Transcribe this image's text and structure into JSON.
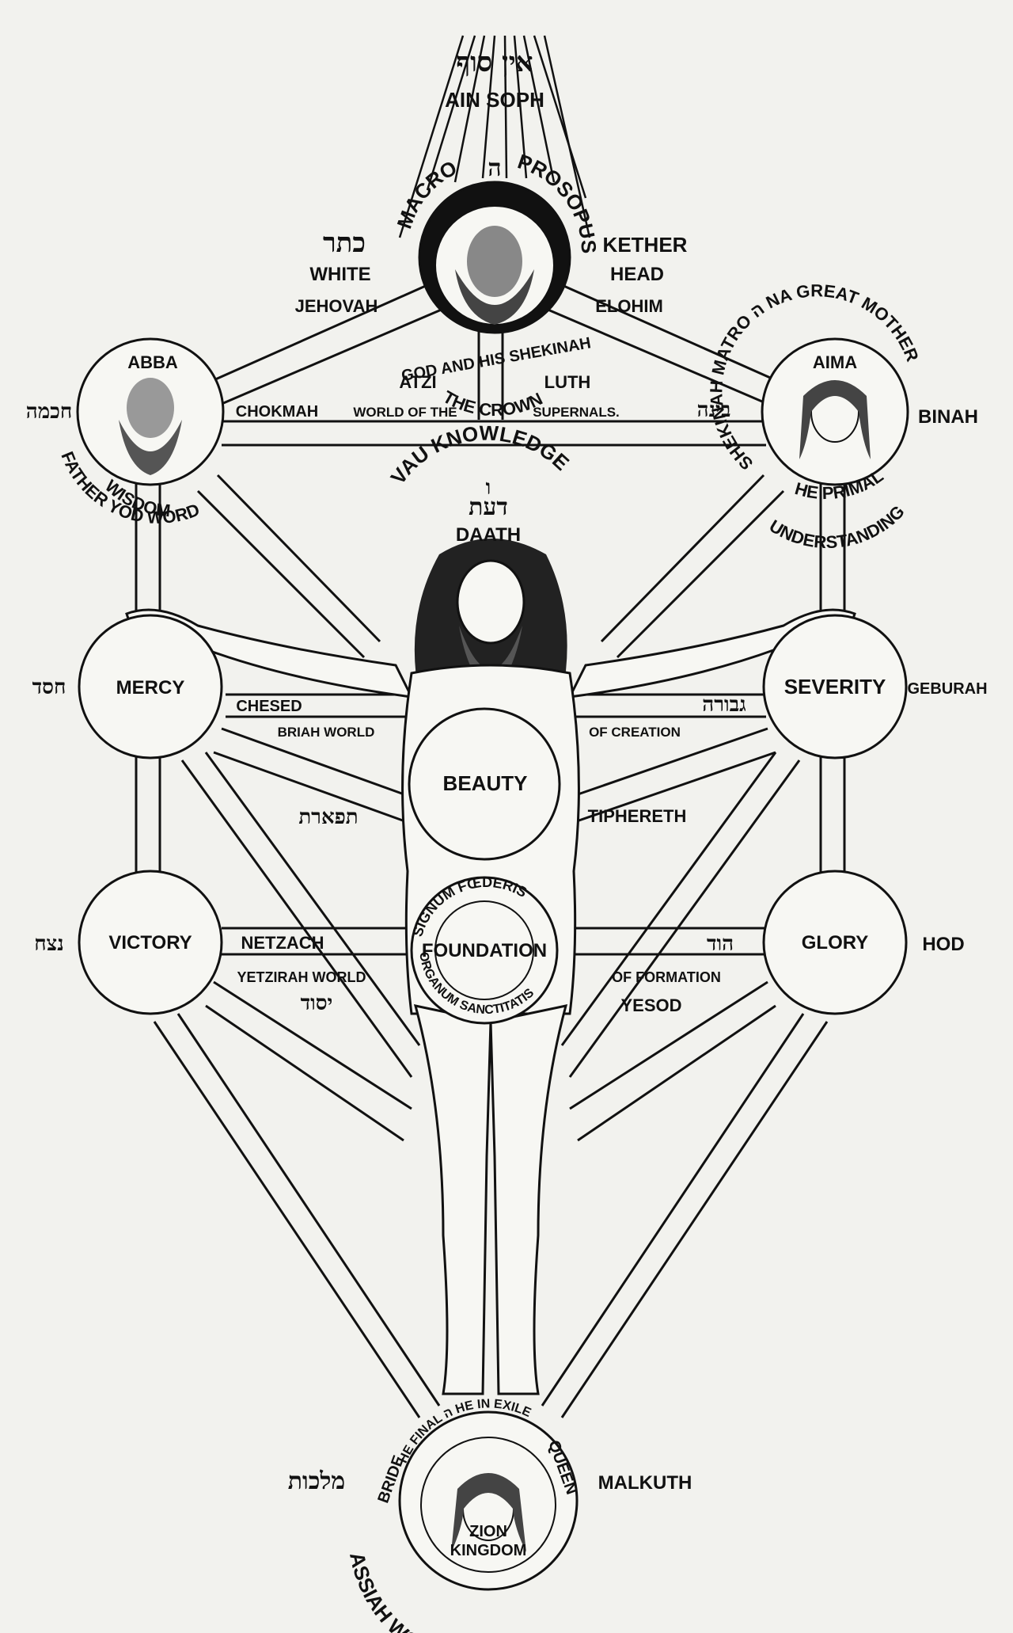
{
  "ain_soph": {
    "hebrew": "אין סוף",
    "label": "AIN SOPH"
  },
  "crown": {
    "arc_left": "MACRO",
    "arc_letter": "ה",
    "arc_right": "PROSOPUS",
    "bottom_1": "THE CROWN",
    "bottom_2": "GOD AND HIS SHEKINAH",
    "hebrew": "כתר",
    "left_1": "WHITE",
    "left_2": "JEHOVAH",
    "right_1": "KETHER",
    "right_2": "HEAD",
    "right_3": "ELOHIM"
  },
  "atziluth": {
    "left": "ATZI",
    "right": "LUTH",
    "world_left": "WORLD OF THE",
    "world_right": "SUPERNALS."
  },
  "chokmah": {
    "top": "ABBA",
    "hebrew": "חכמה",
    "name": "CHOKMAH",
    "arc_1": "FATHER YOD WORD",
    "arc_2": "WISDOM"
  },
  "binah": {
    "top": "AIMA",
    "hebrew": "בינה",
    "name": "BINAH",
    "arc_top": "SHEKINAH MATRO ה NA GREAT MOTHER",
    "arc_1": "HE PRIMAL",
    "arc_2": "UNDERSTANDING"
  },
  "daath": {
    "arc": "VAU KNOWLEDGE",
    "vau": "ו",
    "hebrew": "דעת",
    "name": "DAATH"
  },
  "chesed": {
    "label": "MERCY",
    "hebrew": "חסד",
    "name": "CHESED",
    "world": "BRIAH WORLD"
  },
  "geburah": {
    "label": "SEVERITY",
    "hebrew": "גבורה",
    "name": "GEBURAH",
    "world": "OF CREATION"
  },
  "tiphereth": {
    "label": "BEAUTY",
    "hebrew": "תפארת",
    "name": "TIPHERETH"
  },
  "yesod": {
    "label": "FOUNDATION",
    "arc_top": "SIGNUM FŒDERIS",
    "arc_bottom": "ORGANUM SANCTITATIS",
    "hebrew": "יסוד",
    "name": "YESOD"
  },
  "netzach": {
    "label": "VICTORY",
    "hebrew": "נצח",
    "name": "NETZACH",
    "world": "YETZIRAH WORLD"
  },
  "hod": {
    "label": "GLORY",
    "hebrew": "הוד",
    "name": "HOD",
    "world": "OF FORMATION"
  },
  "malkuth": {
    "arc_left": "BRIDE",
    "arc_top": "HE FINAL ה HE IN EXILE",
    "arc_right": "QUEEN",
    "bottom_1": "ZION",
    "bottom_2": "KINGDOM",
    "hebrew": "מלכות",
    "name": "MALKUTH",
    "world": "ASSIAH WORLD OF ACTION"
  }
}
